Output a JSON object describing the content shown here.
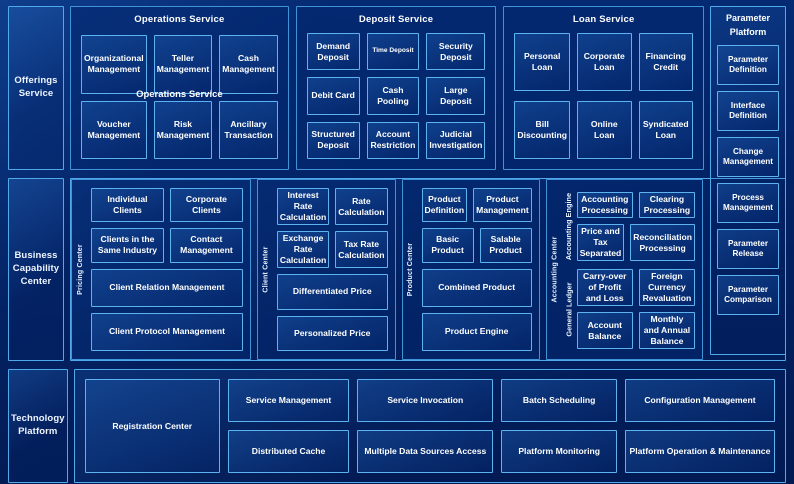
{
  "rows": {
    "offerings": {
      "label": "Offerings\nService"
    },
    "business": {
      "label": "Business\nCapability\nCenter"
    },
    "technology": {
      "label": "Technology\nPlatform"
    }
  },
  "offerings_services": [
    {
      "title": "Operations Service",
      "duplicate_title": "Operations Service",
      "items": [
        "Organizational Management",
        "Teller Management",
        "Cash Management",
        "Voucher Management",
        "Risk Management",
        "Ancillary Transaction"
      ]
    },
    {
      "title": "Deposit Service",
      "items": [
        "Demand Deposit",
        "Time Deposit",
        "Security Deposit",
        "Debit Card",
        "Cash Pooling",
        "Large Deposit",
        "Structured Deposit",
        "Account Restriction",
        "Judicial Investigation"
      ]
    },
    {
      "title": "Loan Service",
      "items": [
        "Personal Loan",
        "Corporate Loan",
        "Financing Credit",
        "Bill Discounting",
        "Online Loan",
        "Syndicated Loan"
      ]
    }
  ],
  "parameter_platform": {
    "title": "Parameter Platform",
    "items": [
      "Parameter Definition",
      "Interface Definition",
      "Change Management",
      "Process Management",
      "Parameter Release",
      "Parameter Comparison"
    ]
  },
  "capability_centers": [
    {
      "vertical_label": "Pricing Center",
      "rows": [
        [
          "Individual Clients",
          "Corporate Clients"
        ],
        [
          "Clients in the Same Industry",
          "Contact Management"
        ]
      ],
      "full_rows": [
        "Client Relation Management",
        "Client Protocol Management"
      ]
    },
    {
      "vertical_label": "Client Center",
      "rows": [
        [
          "Interest Rate Calculation",
          "Rate Calculation"
        ],
        [
          "Exchange Rate Calculation",
          "Tax Rate Calculation"
        ]
      ],
      "full_rows": [
        "Differentiated Price",
        "Personalized Price"
      ]
    },
    {
      "vertical_label": "Product Center",
      "rows": [
        [
          "Product Definition",
          "Product Management"
        ],
        [
          "Basic Product",
          "Salable Product"
        ]
      ],
      "full_rows": [
        "Combined Product",
        "Product Engine"
      ]
    }
  ],
  "accounting_center": {
    "vertical_label": "Accounting Center",
    "subsections": [
      {
        "vertical_label": "Accounting Engine",
        "rows": [
          [
            "Accounting Processing",
            "Clearing Processing"
          ],
          [
            "Price and Tax Separated",
            "Reconciliation Processing"
          ]
        ]
      },
      {
        "vertical_label": "General Ledger",
        "rows": [
          [
            "Carry-over of Profit and Loss",
            "Foreign Currency Revaluation"
          ],
          [
            "Account Balance",
            "Monthly and Annual Balance"
          ]
        ]
      }
    ]
  },
  "technology_platform": {
    "registration": "Registration Center",
    "columns": [
      [
        "Service Management",
        "Distributed Cache"
      ],
      [
        "Service Invocation",
        "Multiple Data Sources Access"
      ],
      [
        "Batch Scheduling",
        "Platform Monitoring"
      ],
      [
        "Configuration Management",
        "Platform Operation & Maintenance"
      ]
    ]
  },
  "colors": {
    "background": "#022163",
    "border": "#4fa9ea",
    "cell_border": "#5cb3ef",
    "text": "#ffffff"
  }
}
